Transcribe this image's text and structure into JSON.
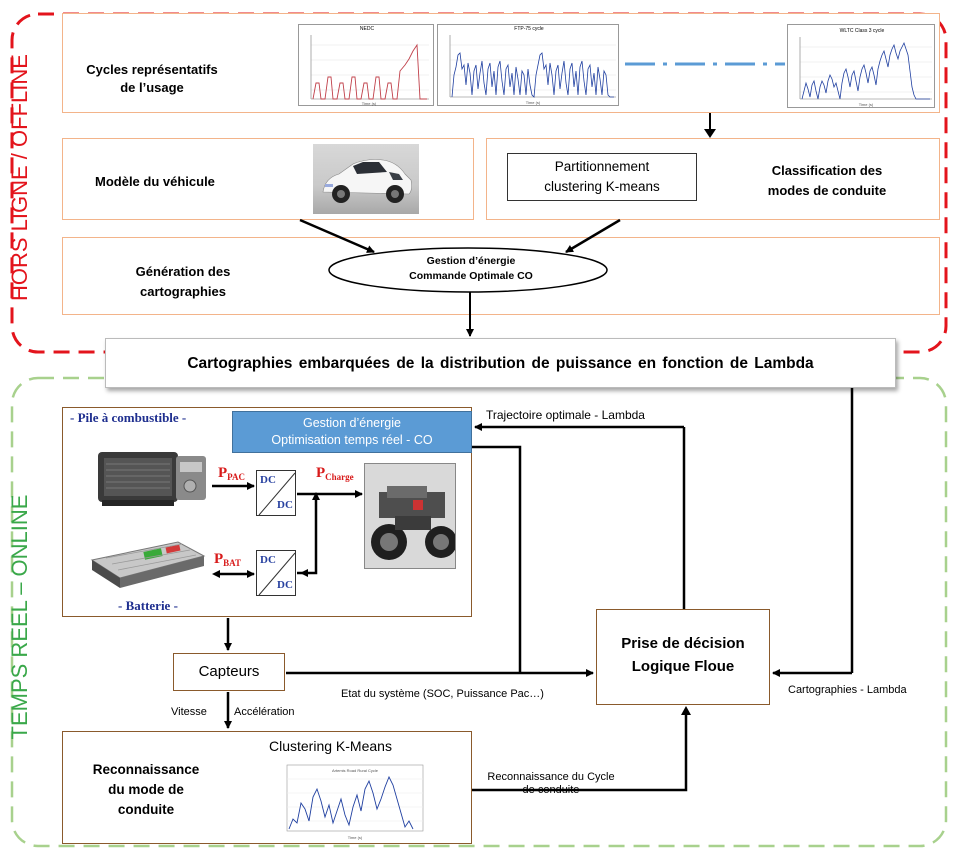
{
  "offline_label": "HORS LIGNE / OFFLINE",
  "online_label": "TEMPS REEL – ONLINE",
  "cycles": {
    "label_line1": "Cycles représentatifs",
    "label_line2": "de l’usage",
    "chart1_title": "NEDC",
    "chart2_title": "FTP-75 cycle",
    "chart3_title": "WLTC Class 3 cycle"
  },
  "vehicle_model": "Modèle du véhicule",
  "partition": {
    "line1": "Partitionnement",
    "line2": "clustering K-means"
  },
  "classification": {
    "line1": "Classification des",
    "line2": "modes de conduite"
  },
  "generation": {
    "line1": "Génération des",
    "line2": "cartographies"
  },
  "ellipse": {
    "line1": "Gestion d’énergie",
    "line2": "Commande Optimale CO"
  },
  "cartographies_banner": "Cartographies  embarquées de la distribution  de puissance  en fonction de Lambda",
  "fuel_cell_label": "- Pile à combustible -",
  "battery_label": "- Batterie -",
  "gestion_box": {
    "line1": "Gestion d’énergie",
    "line2": "Optimisation temps réel  - CO"
  },
  "p_pac": {
    "main": "P",
    "sub": "PAC"
  },
  "p_charge": {
    "main": "P",
    "sub": "Charge"
  },
  "p_bat": {
    "main": "P",
    "sub": "BAT"
  },
  "dc": "DC",
  "trajectoire_label": "Trajectoire optimale - Lambda",
  "capteurs": "Capteurs",
  "etat_label": "Etat du système (SOC, Puissance Pac…)",
  "decision": {
    "line1": "Prise de décision",
    "line2": "Logique Floue"
  },
  "cartographies_lambda": "Cartographies - Lambda",
  "vitesse": "Vitesse",
  "acceleration": "Accélération",
  "recognition": {
    "line1": "Reconnaissance",
    "line2": "du mode de",
    "line3": "conduite",
    "clustering_title": "Clustering K-Means"
  },
  "cycle_recognition": {
    "line1": "Reconnaissance du Cycle",
    "line2": "de conduite"
  },
  "colors": {
    "offline_border": "#e3141c",
    "online_border": "#a8d18d",
    "box_border_orange": "#f3b48a",
    "box_border_brown": "#8a5a2c",
    "gestion_blue": "#5b9bd5",
    "dashdot_blue": "#5b9bd5",
    "power_red": "#d81b1b",
    "dc_blue": "#2741a0",
    "curve_red": "#c0404a",
    "curve_blue": "#1f3fa0"
  }
}
